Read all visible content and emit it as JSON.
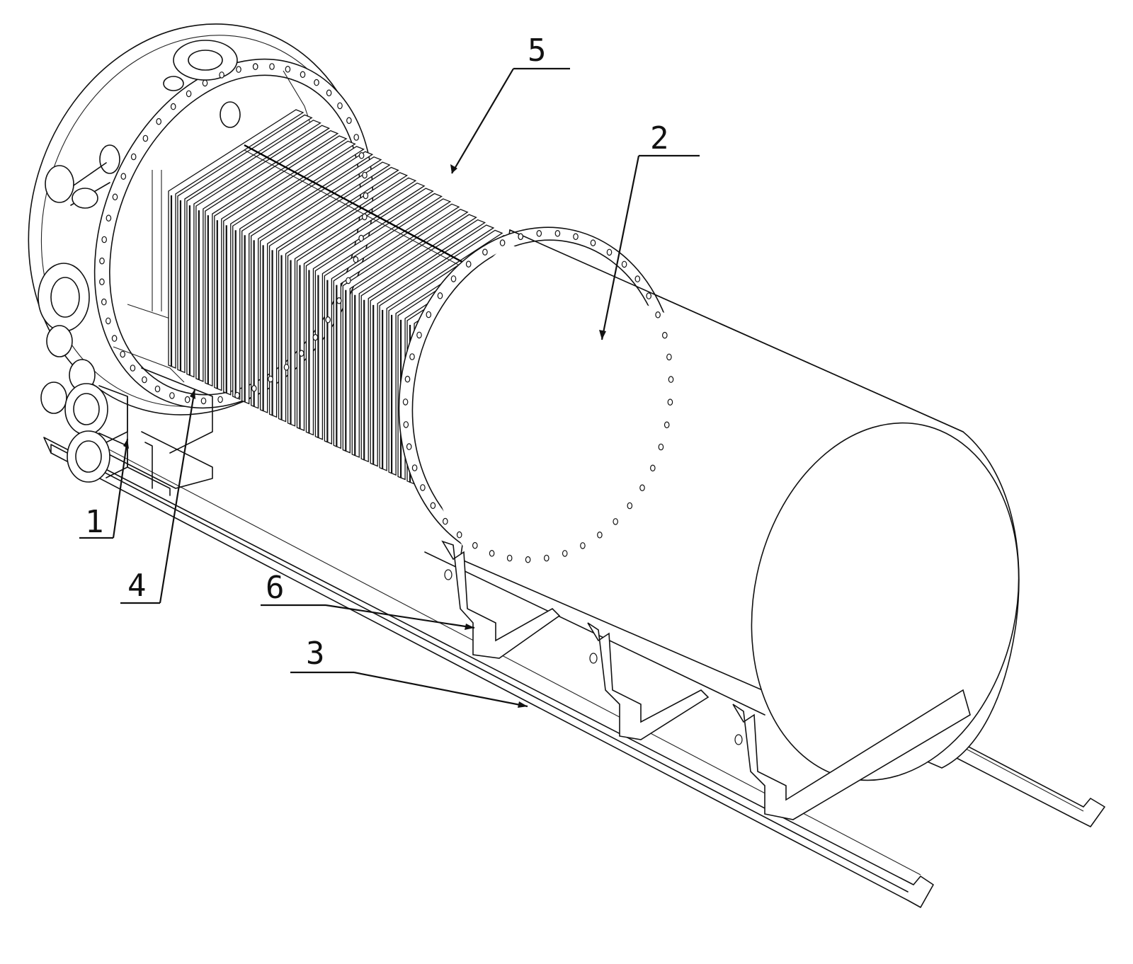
{
  "figure": {
    "callouts": [
      {
        "id": "callout-1",
        "text": "1"
      },
      {
        "id": "callout-2",
        "text": "2"
      },
      {
        "id": "callout-3",
        "text": "3"
      },
      {
        "id": "callout-4",
        "text": "4"
      },
      {
        "id": "callout-5",
        "text": "5"
      },
      {
        "id": "callout-6",
        "text": "6"
      }
    ]
  },
  "colors": {
    "line": "#111111",
    "background": "#ffffff"
  }
}
